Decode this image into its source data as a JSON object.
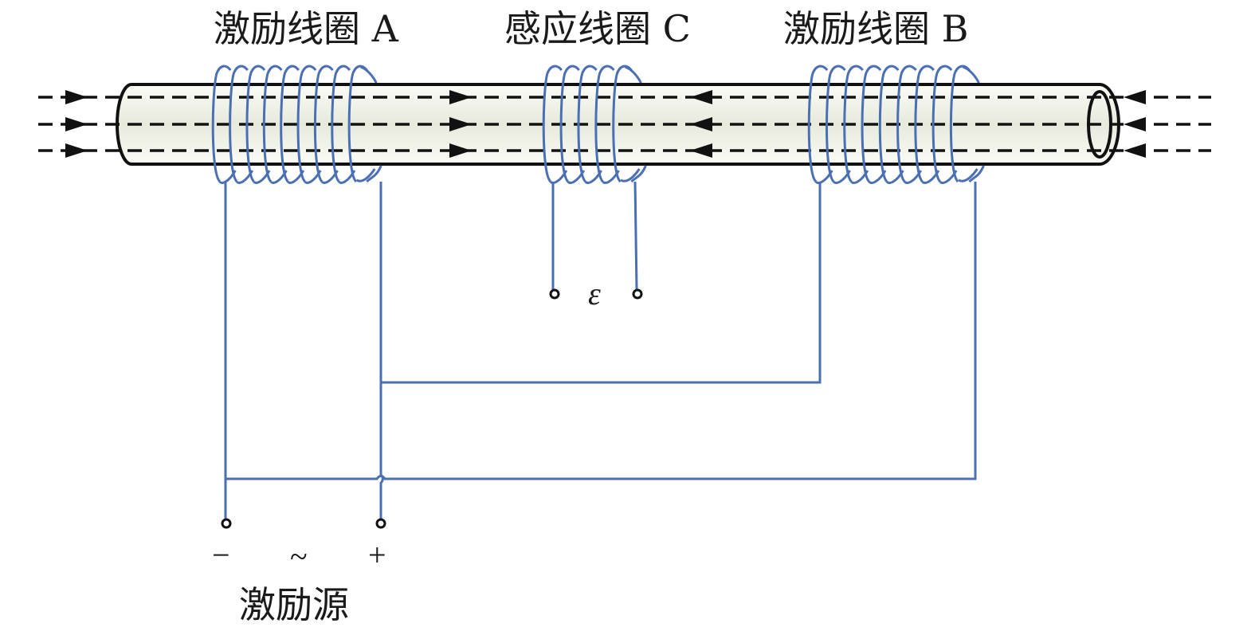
{
  "labels": {
    "coil_a": "激励线圈 A",
    "coil_c": "感应线圈 C",
    "coil_b": "激励线圈 B",
    "emf_symbol": "ε",
    "source_minus": "−",
    "source_ac": "~",
    "source_plus": "+",
    "source_name": "激励源"
  },
  "coils": {
    "coil_a": {
      "turns": 9
    },
    "coil_c": {
      "turns": 5
    },
    "coil_b": {
      "turns": 9
    }
  },
  "flux_lines": {
    "count": 3,
    "left_direction": "right",
    "right_direction": "left"
  },
  "colors": {
    "wire": "#4a6fb3",
    "tube_outline": "#111111",
    "tube_fill_light": "#fbfbf6",
    "tube_fill_mid": "#e6eadb",
    "flux_line": "#111111",
    "text": "#1a1a1a"
  }
}
